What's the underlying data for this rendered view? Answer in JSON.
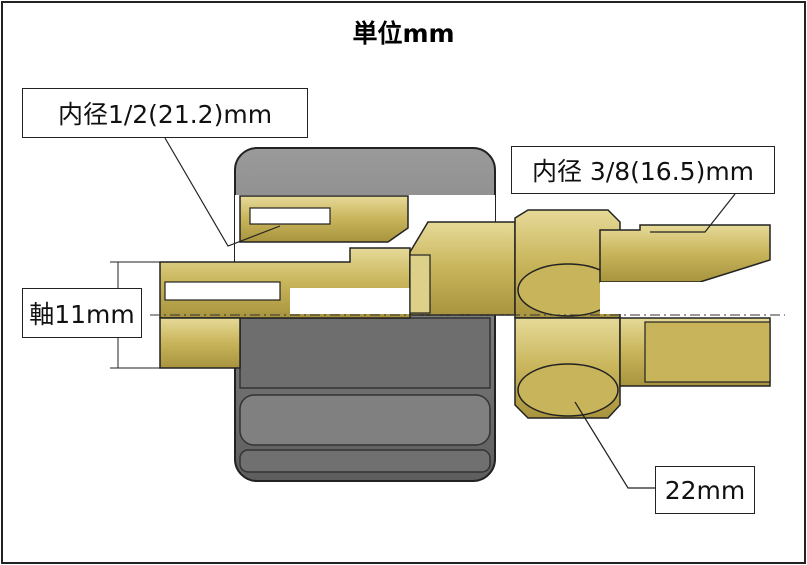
{
  "title": "単位mm",
  "labels": {
    "inner_left": "内径1/2(21.2)mm",
    "inner_right": "内径 3/8(16.5)mm",
    "shaft": "軸11mm",
    "hex": "22mm"
  },
  "colors": {
    "brass": "#c8b45a",
    "brass_light": "#ddd088",
    "brass_dark": "#9c8838",
    "gray": "#7a7a7a",
    "gray_dark": "#555555",
    "outline": "#222222"
  }
}
